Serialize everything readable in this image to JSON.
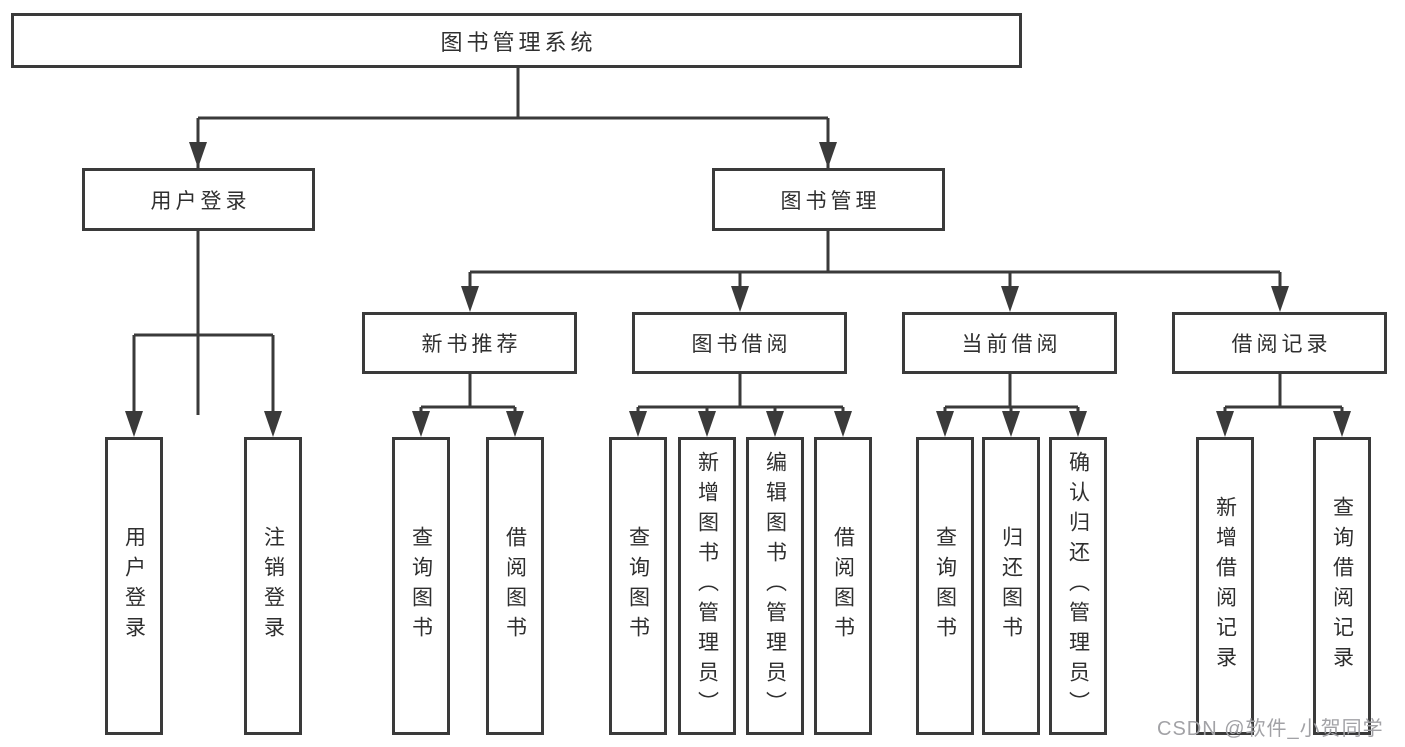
{
  "colors": {
    "line": "#3a3a3a",
    "text": "#2f2f2f",
    "background": "#ffffff",
    "watermark": "#a2a2a6"
  },
  "tree": {
    "root": {
      "label": "图书管理系统"
    },
    "branches": [
      {
        "label": "用户登录",
        "children": [
          {
            "label": "用户登录"
          },
          {
            "label": "注销登录"
          }
        ]
      },
      {
        "label": "图书管理",
        "children": [
          {
            "label": "新书推荐",
            "children": [
              {
                "label": "查询图书"
              },
              {
                "label": "借阅图书"
              }
            ]
          },
          {
            "label": "图书借阅",
            "children": [
              {
                "label": "查询图书"
              },
              {
                "label": "新增图书（管理员）"
              },
              {
                "label": "编辑图书（管理员）"
              },
              {
                "label": "借阅图书"
              }
            ]
          },
          {
            "label": "当前借阅",
            "children": [
              {
                "label": "查询图书"
              },
              {
                "label": "归还图书"
              },
              {
                "label": "确认归还（管理员）"
              }
            ]
          },
          {
            "label": "借阅记录",
            "children": [
              {
                "label": "新增借阅记录"
              },
              {
                "label": "查询借阅记录"
              }
            ]
          }
        ]
      }
    ]
  },
  "watermark": {
    "text": "CSDN @软件_小贺同学"
  }
}
